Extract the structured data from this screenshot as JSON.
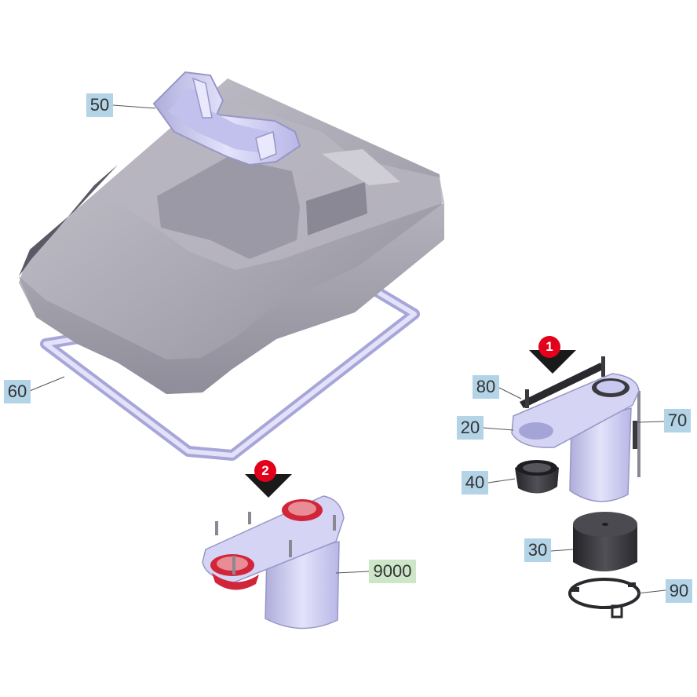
{
  "parts": [
    {
      "id": "p50",
      "label": "50"
    },
    {
      "id": "p60",
      "label": "60"
    },
    {
      "id": "p80",
      "label": "80"
    },
    {
      "id": "p20",
      "label": "20"
    },
    {
      "id": "p70",
      "label": "70"
    },
    {
      "id": "p40",
      "label": "40"
    },
    {
      "id": "p30",
      "label": "30"
    },
    {
      "id": "p90",
      "label": "90"
    },
    {
      "id": "p9000",
      "label": "9000"
    }
  ],
  "markers": [
    {
      "id": "m1",
      "number": "1"
    },
    {
      "id": "m2",
      "number": "2"
    }
  ],
  "colors": {
    "label_bg": "#b3d3e6",
    "assembly_label_bg": "#cde6c8",
    "marker_red": "#e2001a",
    "housing": "#a9a7b2",
    "lavender": "#c9c8f0",
    "seal_red": "#d1263a",
    "dark_part": "#3a3a3e"
  }
}
